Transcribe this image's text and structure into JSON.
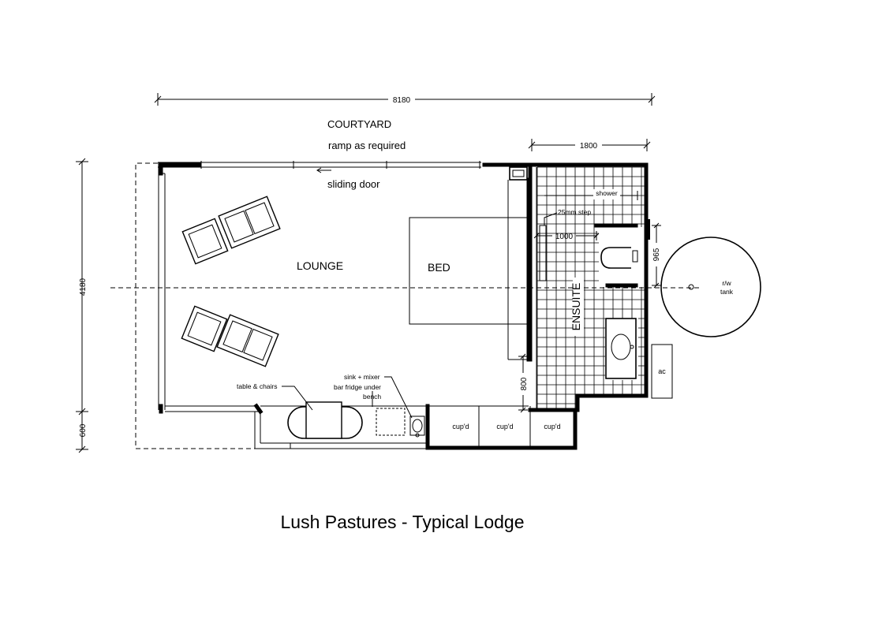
{
  "title": "Lush Pastures - Typical Lodge",
  "labels": {
    "courtyard": "COURTYARD",
    "ramp": "ramp as required",
    "sliding_door": "sliding door",
    "lounge": "LOUNGE",
    "bed": "BED",
    "ensuite": "ENSUITE",
    "shower": "shower",
    "step": "25mm step",
    "tank": [
      "r/w",
      "tank"
    ],
    "ac": "ac",
    "table_chairs": "table & chairs",
    "sink_mixer": "sink + mixer",
    "bar_fridge": [
      "bar fridge under",
      "bench"
    ],
    "cupboards": [
      "cup'd",
      "cup'd",
      "cup'd"
    ]
  },
  "dimensions": {
    "overall_width": "8180",
    "ensuite_width": "1800",
    "overall_depth": "4180",
    "deck_depth": "600",
    "shower_width": "1000",
    "wall_offset": "965",
    "bench_depth": "800"
  }
}
